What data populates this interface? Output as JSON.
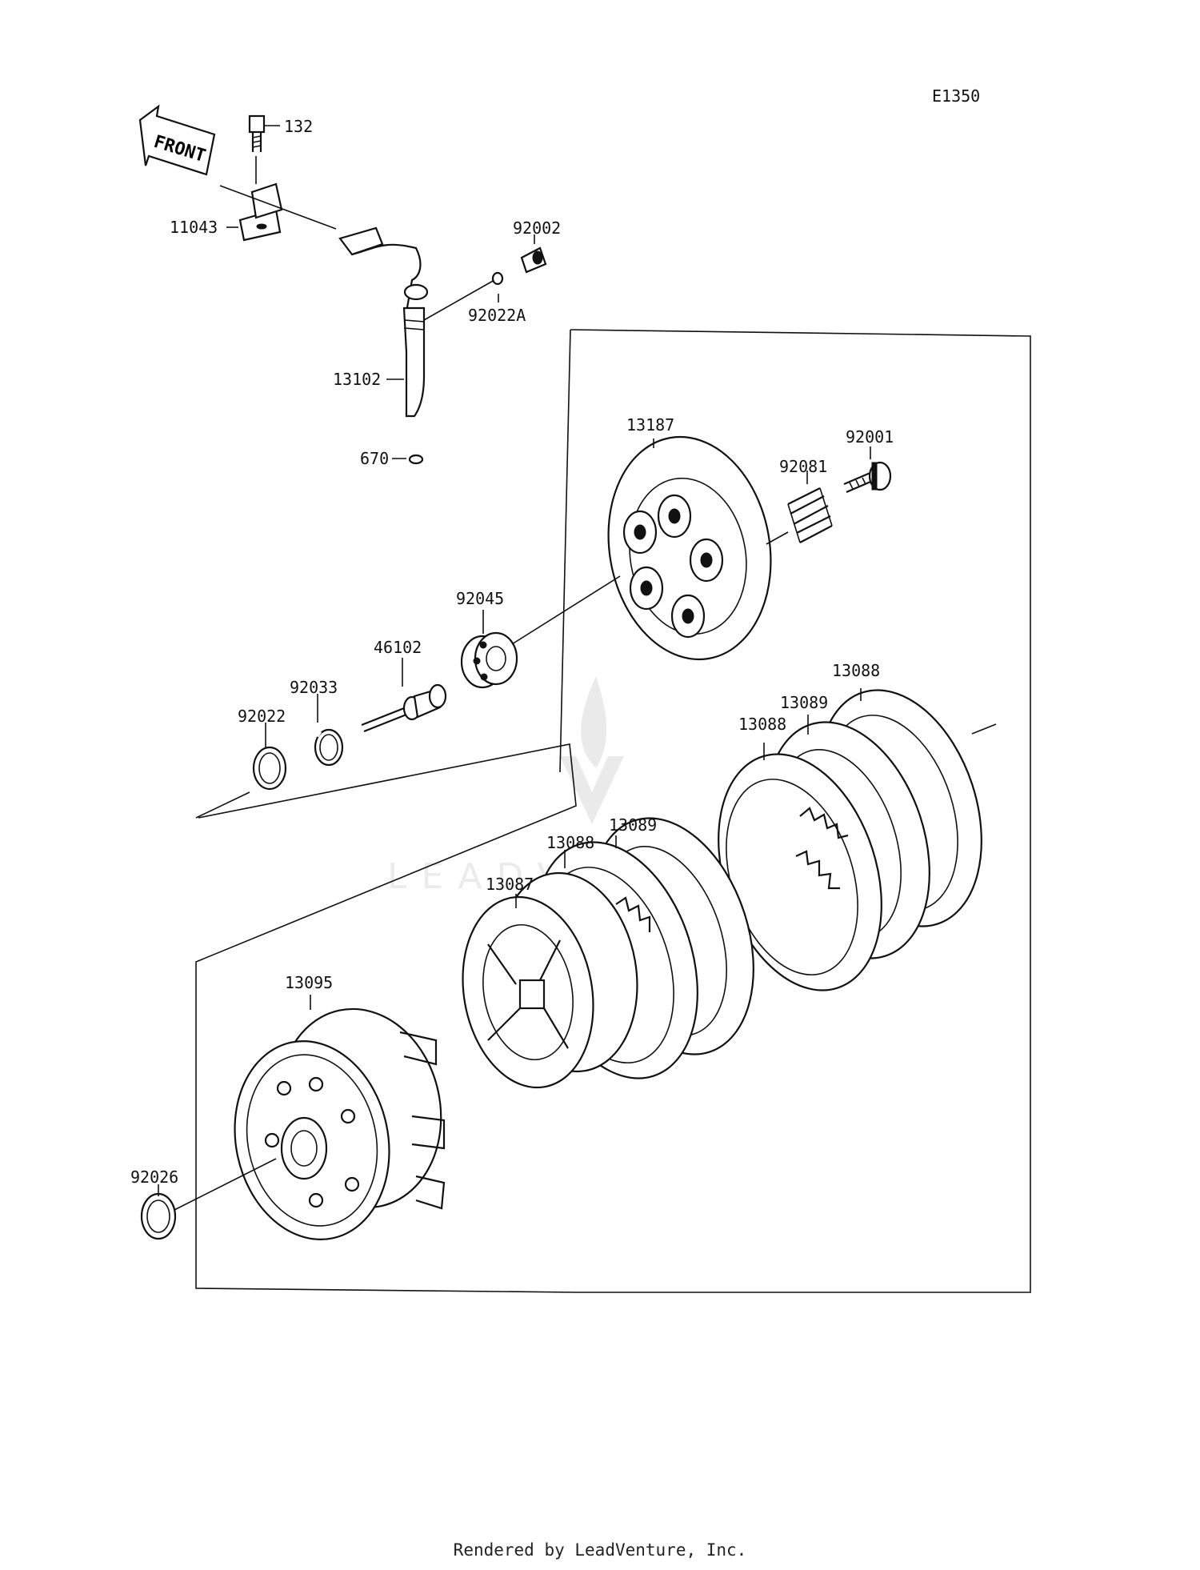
{
  "diagram": {
    "code": "E1350",
    "direction_label": "FRONT",
    "watermark": "LEADVENTURE",
    "parts": [
      {
        "id": "p132",
        "number": "132"
      },
      {
        "id": "p11043",
        "number": "11043"
      },
      {
        "id": "p92002",
        "number": "92002"
      },
      {
        "id": "p92022A",
        "number": "92022A"
      },
      {
        "id": "p13102",
        "number": "13102"
      },
      {
        "id": "p670",
        "number": "670"
      },
      {
        "id": "p13187",
        "number": "13187"
      },
      {
        "id": "p92001",
        "number": "92001"
      },
      {
        "id": "p92081",
        "number": "92081"
      },
      {
        "id": "p92045",
        "number": "92045"
      },
      {
        "id": "p46102",
        "number": "46102"
      },
      {
        "id": "p92033",
        "number": "92033"
      },
      {
        "id": "p92022",
        "number": "92022"
      },
      {
        "id": "p13088a",
        "number": "13088"
      },
      {
        "id": "p13089a",
        "number": "13089"
      },
      {
        "id": "p13088b",
        "number": "13088"
      },
      {
        "id": "p13089b",
        "number": "13089"
      },
      {
        "id": "p13088c",
        "number": "13088"
      },
      {
        "id": "p13087",
        "number": "13087"
      },
      {
        "id": "p13095",
        "number": "13095"
      },
      {
        "id": "p92026",
        "number": "92026"
      }
    ]
  },
  "footer": {
    "text": "Rendered by LeadVenture, Inc."
  }
}
